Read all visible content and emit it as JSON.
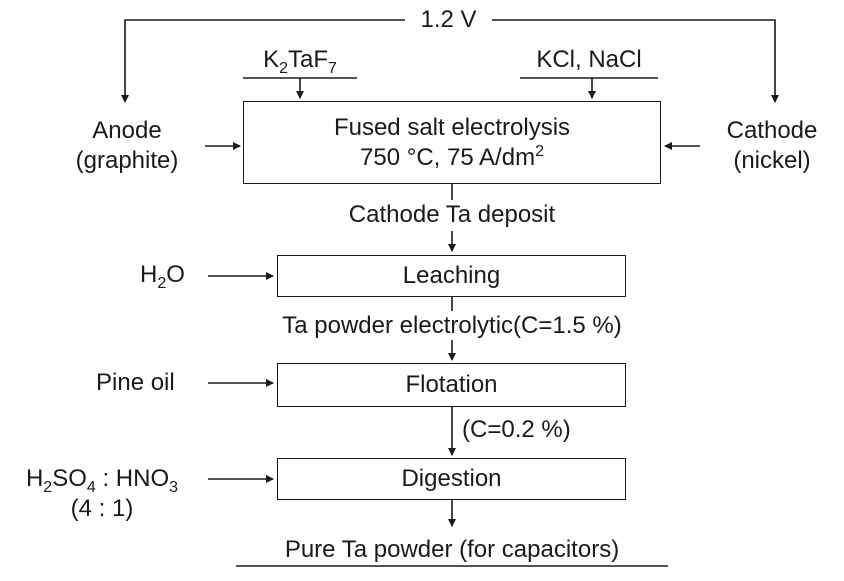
{
  "voltage": "1.2 V",
  "anode": {
    "line1": "Anode",
    "line2": "(graphite)"
  },
  "cathode": {
    "line1": "Cathode",
    "line2": "(nickel)"
  },
  "inputs": {
    "k2taf7": {
      "a": "K",
      "a_sub": "2",
      "b": "TaF",
      "b_sub": "7"
    },
    "salts": "KCl, NaCl",
    "water": {
      "a": "H",
      "a_sub": "2",
      "b": "O"
    },
    "pine_oil": "Pine oil",
    "acid": {
      "a": "H",
      "a_sub": "2",
      "b": "SO",
      "b_sub": "4",
      "c": " : HNO",
      "c_sub": "3"
    },
    "acid_ratio": "(4 : 1)"
  },
  "steps": {
    "electrolysis": {
      "line1": "Fused salt electrolysis",
      "line2": "750 °C, 75 A/dm",
      "line2_sup": "2"
    },
    "leaching": "Leaching",
    "flotation": "Flotation",
    "digestion": "Digestion"
  },
  "intermediates": {
    "deposit": "Cathode Ta deposit",
    "powder": "Ta powder electrolytic(C=1.5 %)",
    "carbon": "(C=0.2 %)"
  },
  "product": "Pure Ta powder (for capacitors)"
}
